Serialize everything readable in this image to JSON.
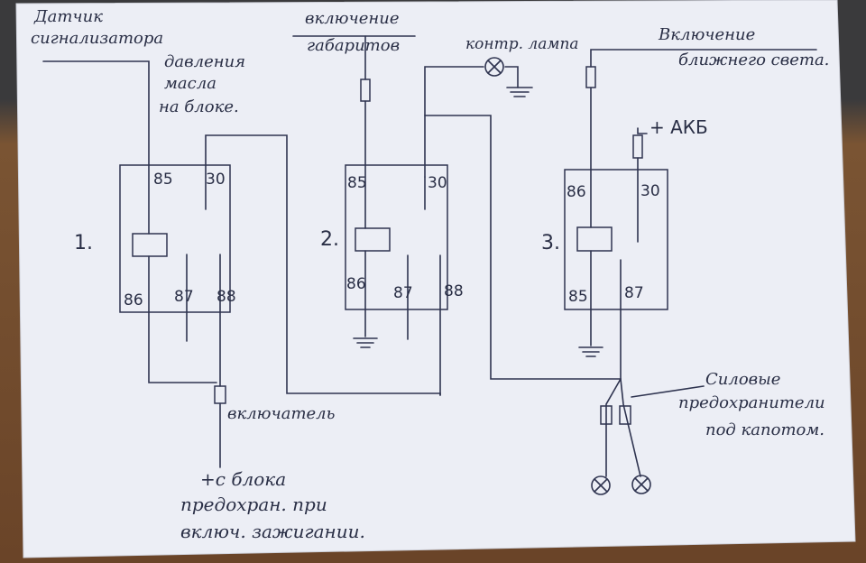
{
  "colors": {
    "paper": "#eceef5",
    "ink": "#2f3450",
    "table": "#6b4a2e"
  },
  "labels": {
    "sensor_line1": "Датчик",
    "sensor_line2": "сигнализатора",
    "sensor_line3": "давления",
    "sensor_line4": "масла",
    "sensor_line5": "на блоке.",
    "parking_line1": "включение",
    "parking_line2": "габаритов",
    "control_lamp": "контр. лампа",
    "lowbeam_line1": "Включение",
    "lowbeam_line2": "ближнего света.",
    "battery": "+ АКБ",
    "switch": "включатель",
    "supply_line1": "+с блока",
    "supply_line2": "предохран. при",
    "supply_line3": "включ. зажигании.",
    "fuses_line1": "Силовые",
    "fuses_line2": "предохранители",
    "fuses_line3": "под капотом."
  },
  "relays": [
    {
      "number": "1.",
      "pins": {
        "p85": "85",
        "p30": "30",
        "p86": "86",
        "p87": "87",
        "p88": "88"
      }
    },
    {
      "number": "2.",
      "pins": {
        "p85": "85",
        "p30": "30",
        "p86": "86",
        "p87": "87",
        "p88": "88"
      }
    },
    {
      "number": "3.",
      "pins": {
        "p86": "86",
        "p30": "30",
        "p85": "85",
        "p87": "87"
      }
    }
  ]
}
